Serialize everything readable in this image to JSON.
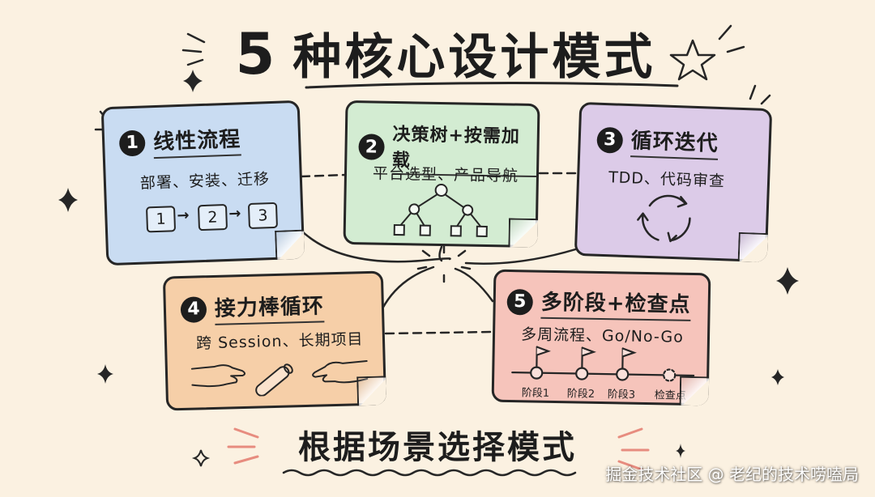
{
  "title": {
    "number": "5",
    "text": "种核心设计模式"
  },
  "subtitle": "根据场景选择模式",
  "watermark": "掘金技术社区 @ 老纪的技术唠嗑局",
  "cards": [
    {
      "badge": "1",
      "title": "线性流程",
      "desc": "部署、安装、迁移",
      "steps": [
        "1",
        "2",
        "3"
      ]
    },
    {
      "badge": "2",
      "title": "决策树+按需加载",
      "desc": "平台选型、产品导航"
    },
    {
      "badge": "3",
      "title": "循环迭代",
      "desc": "TDD、代码审查"
    },
    {
      "badge": "4",
      "title": "接力棒循环",
      "desc": "跨 Session、长期项目"
    },
    {
      "badge": "5",
      "title": "多阶段+检查点",
      "desc": "多周流程、Go/No-Go",
      "stages": [
        "阶段1",
        "阶段2",
        "阶段3",
        "检查点"
      ]
    }
  ],
  "colors": {
    "background": "#fbf1e1",
    "card1": "#c9dcf2",
    "card2": "#d3ecd2",
    "card3": "#dccbe8",
    "card4": "#f6cfa8",
    "card5": "#f6c4bb",
    "ink": "#1d1d1d"
  }
}
